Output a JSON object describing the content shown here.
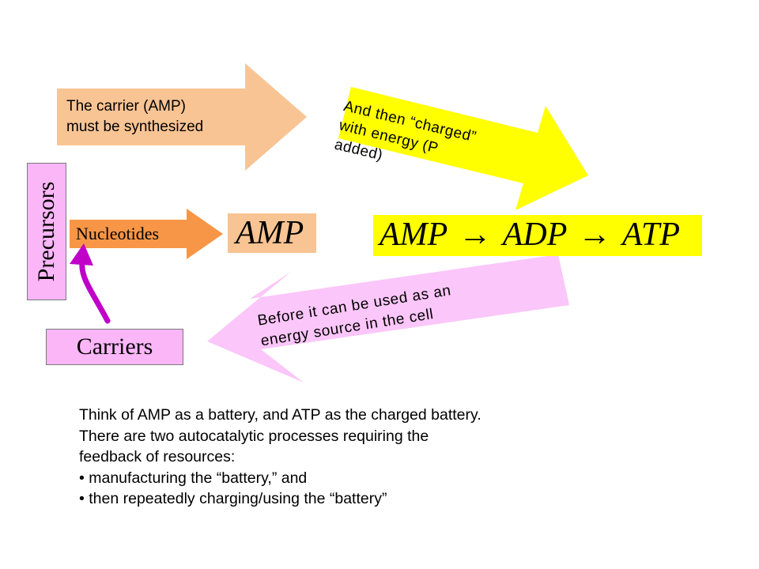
{
  "colors": {
    "peach": "#f9c493",
    "orange": "#f79646",
    "yellow": "#ffff00",
    "pink": "#fbc6f9",
    "magenta": "#c000c8",
    "label_pink": "#fbb6f8"
  },
  "labels": {
    "carrier_text_line1": "The carrier (AMP)",
    "carrier_text_line2": "must be synthesized",
    "charged_line1": "And then “charged”",
    "charged_line2": "with energy (P",
    "charged_line3": "added)",
    "precursors": "Precursors",
    "nucleotides": "Nucleotides",
    "amp": "AMP",
    "sequence": "AMP → ADP → ATP",
    "before_line1": "Before it can be used as an",
    "before_line2": "energy source in the cell",
    "carriers": "Carriers"
  },
  "body_text": {
    "line1": "Think of AMP as a battery, and ATP as the charged battery.",
    "line2": "There are two autocatalytic processes requiring the",
    "line3": "feedback of resources:",
    "bullet1": "• manufacturing the “battery,” and",
    "bullet2": "• then repeatedly charging/using the “battery”"
  }
}
